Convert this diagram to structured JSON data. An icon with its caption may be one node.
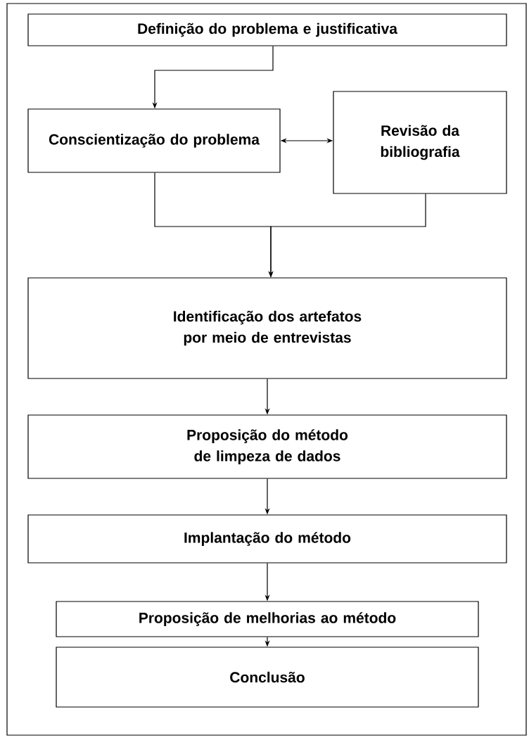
{
  "diagram": {
    "nodes": [
      {
        "text": [
          "Definição do problema e justificativa"
        ]
      },
      {
        "text": [
          "Conscientização do problema"
        ]
      },
      {
        "text": [
          "Revisão da bibliografia"
        ]
      },
      {
        "text": [
          "Identificação dos artefatos por meio de entrevistas"
        ]
      },
      {
        "text": [
          "Proposição do método de limpeza de dados"
        ]
      },
      {
        "text": [
          "Implantação do método"
        ]
      },
      {
        "text": [
          "Proposição de melhorias ao método"
        ]
      },
      {
        "text": [
          "Conclusão"
        ]
      }
    ],
    "edges": [
      {
        "from": 0,
        "to": 1,
        "arrow": "to"
      },
      {
        "from": 1,
        "to": 2,
        "arrow": "both"
      },
      {
        "from": 1,
        "to": 3,
        "arrow": "to"
      },
      {
        "from": 2,
        "to": 3,
        "arrow": "to"
      },
      {
        "from": 3,
        "to": 4,
        "arrow": "to"
      },
      {
        "from": 4,
        "to": 5,
        "arrow": "to"
      },
      {
        "from": 5,
        "to": 6,
        "arrow": "to"
      },
      {
        "from": 6,
        "to": 7,
        "arrow": "to"
      }
    ]
  }
}
